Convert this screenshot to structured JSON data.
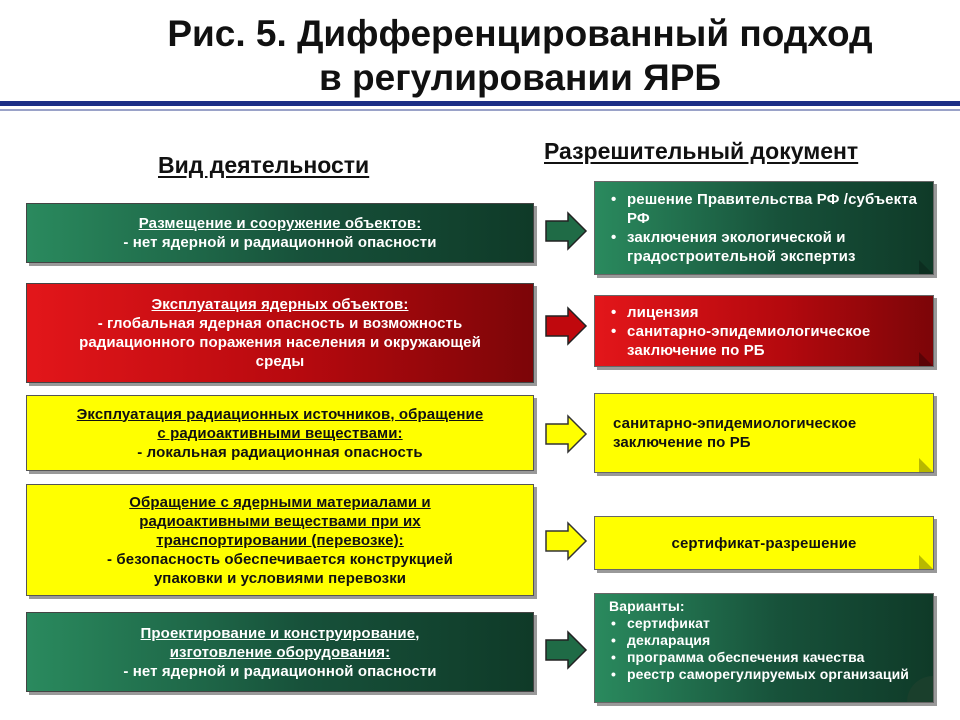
{
  "title": {
    "line1": "Рис. 5. Дифференцированный подход",
    "line2": "в  регулировании ЯРБ"
  },
  "headers": {
    "activity": "Вид деятельности",
    "document": "Разрешительный документ"
  },
  "colors": {
    "green": "#17513a",
    "red": "#b5090e",
    "yellow": "#ffff00",
    "rule": "#1c2e86"
  },
  "activities": [
    {
      "title_lines": [
        "Размещение и сооружение объектов:"
      ],
      "text_lines": [
        "- нет ядерной  и радиационной  опасности"
      ]
    },
    {
      "title_lines": [
        "Эксплуатация  ядерных  объектов:"
      ],
      "text_lines": [
        "- глобальная  ядерная  опасность  и возможность",
        "радиационного  поражения населения и окружающей",
        "среды"
      ]
    },
    {
      "title_lines": [
        "Эксплуатация  радиационных  источников,  обращение",
        "с радиоактивными  веществами:"
      ],
      "text_lines": [
        "- локальная  радиационная  опасность"
      ]
    },
    {
      "title_lines": [
        "Обращение с ядерными материалами и",
        "радиоактивными  веществами при их",
        "транспортировании  (перевозке):"
      ],
      "text_lines": [
        "- безопасность  обеспечивается  конструкцией",
        "упаковки и условиями перевозки"
      ]
    },
    {
      "title_lines": [
        "Проектирование  и конструирование,",
        "изготовление  оборудования:"
      ],
      "text_lines": [
        "- нет ядерной  и радиационной  опасности"
      ]
    }
  ],
  "documents": [
    {
      "items": [
        "решение Правительства  РФ /субъекта РФ",
        "заключения экологической  и градостроительной  экспертиз"
      ]
    },
    {
      "items": [
        "лицензия",
        "санитарно-эпидемиологическое заключение  по РБ"
      ]
    },
    {
      "text": "санитарно-эпидемиологическое заключение  по РБ"
    },
    {
      "text": "сертификат-разрешение"
    },
    {
      "heading": "Варианты:",
      "items": [
        "сертификат",
        "декларация",
        "программа обеспечения качества",
        "реестр саморегулируемых организаций"
      ]
    }
  ]
}
